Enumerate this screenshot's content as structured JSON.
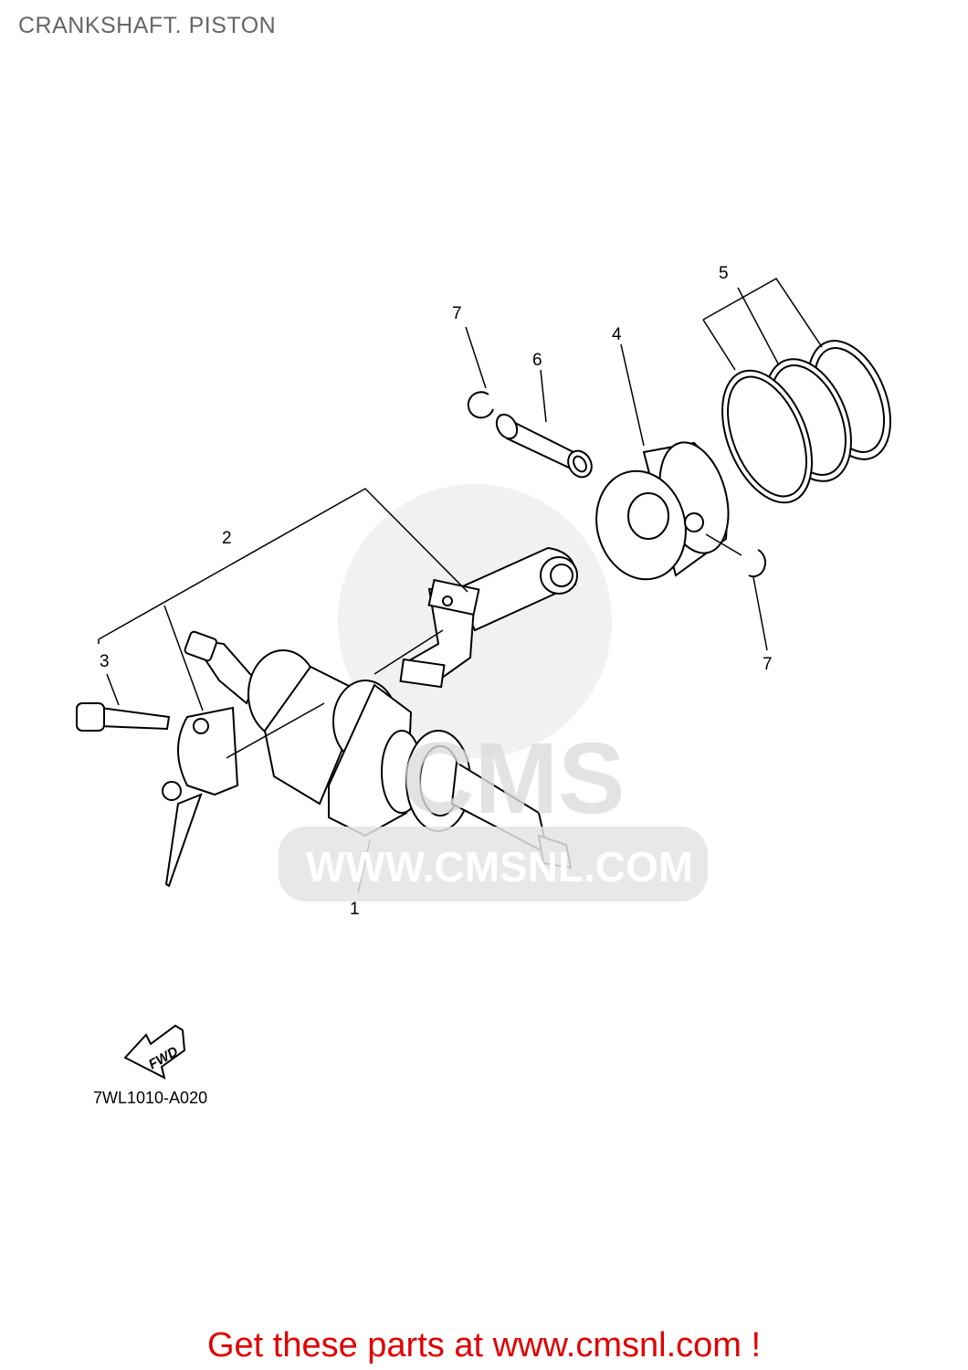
{
  "header": {
    "title": "CRANKSHAFT. PISTON"
  },
  "watermark": {
    "text": "WWW.CMSNL.COM",
    "logo_text": "CMS"
  },
  "callouts": {
    "crankshaft": "1",
    "connecting_rod": "2",
    "bolt": "3",
    "piston": "4",
    "piston_rings": "5",
    "piston_pin": "6",
    "clip_top": "7",
    "clip_right": "7"
  },
  "fwd_arrow": {
    "label": "FWD"
  },
  "diagram_code": "7WL1010-A020",
  "footer": {
    "link_text": "Get these parts at www.cmsnl.com !",
    "color": "#e00000"
  }
}
